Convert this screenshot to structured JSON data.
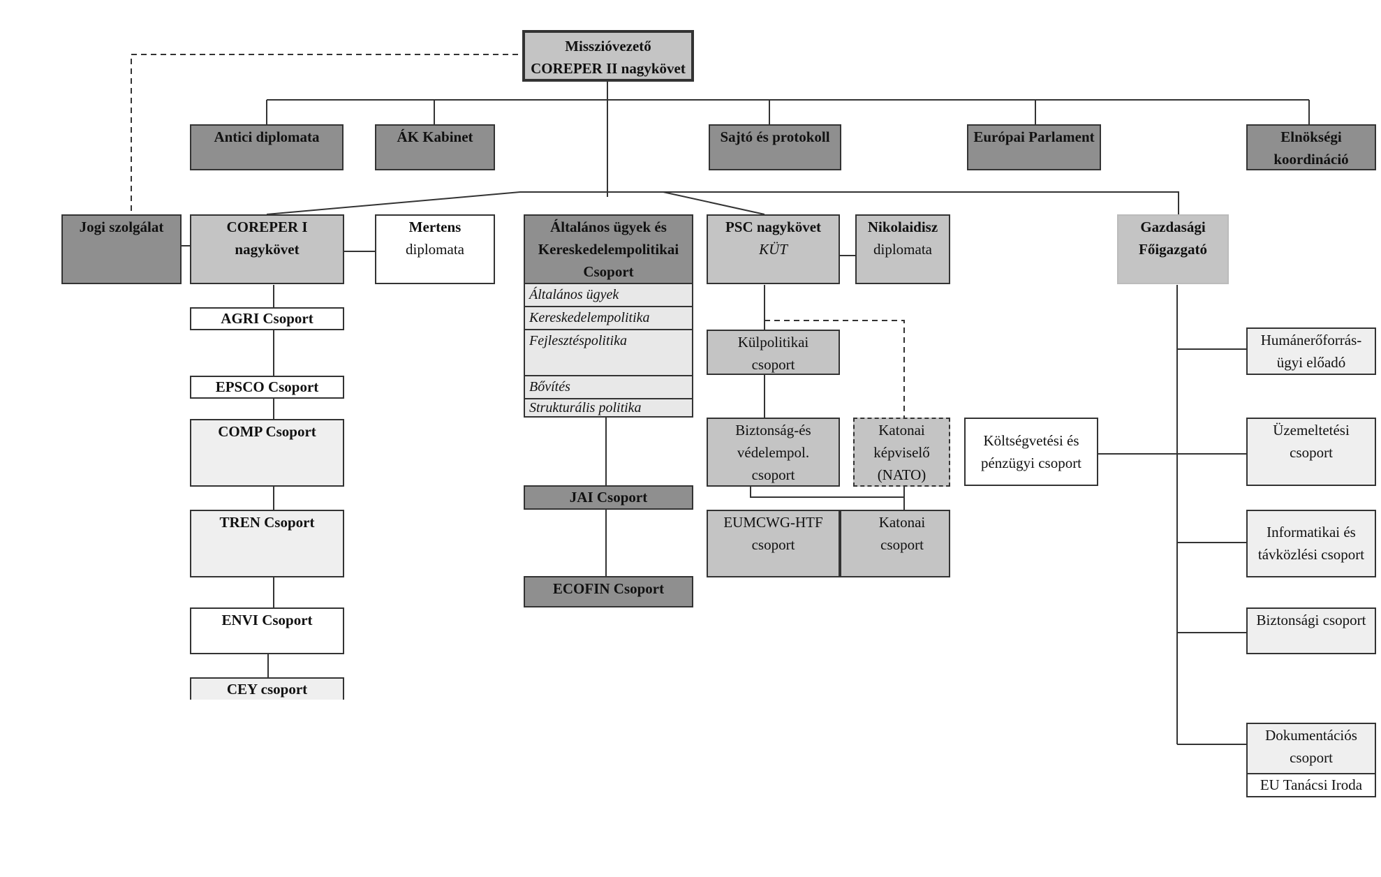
{
  "nodes": {
    "mission_head": [
      "Misszióvezető",
      "COREPER II nagykövet"
    ],
    "antici": "Antici diplomata",
    "ak_kabinet": "ÁK Kabinet",
    "sajto": "Sajtó és protokoll",
    "ep": "Európai Parlament",
    "elnoksegi": [
      "Elnökségi",
      "koordináció"
    ],
    "jogi": "Jogi szolgálat",
    "coreper1": [
      "COREPER I",
      "nagykövet"
    ],
    "mertens": [
      "Mertens",
      "diplomata"
    ],
    "altalanos": [
      "Általános ügyek és",
      "Kereskedelempolitikai",
      "Csoport"
    ],
    "altalanos_subs": [
      "Általános ügyek",
      "Kereskedelempolitika",
      "Fejlesztéspolitika",
      "Bővítés",
      "Strukturális politika"
    ],
    "psc": "PSC nagykövet",
    "psc_sub": "KÜT",
    "nikolaidisz": [
      "Nikolaidisz",
      "diplomata"
    ],
    "gazdasagi": [
      "Gazdasági",
      "Főigazgató"
    ],
    "agri": "AGRI Csoport",
    "epsco": "EPSCO Csoport",
    "comp": "COMP Csoport",
    "tren": "TREN Csoport",
    "envi": "ENVI Csoport",
    "cey": "CEY csoport",
    "kulpol": [
      "Külpolitikai",
      "csoport"
    ],
    "bizt_vedelem": [
      "Biztonság-és",
      "védelempol.",
      "csoport"
    ],
    "katonai_kepviselo": [
      "Katonai",
      "képviselő",
      "(NATO)"
    ],
    "koltseg": [
      "Költségvetési és",
      "pénzügyi csoport"
    ],
    "jai": "JAI Csoport",
    "ecofin": "ECOFIN Csoport",
    "eumcwg": [
      "EUMCWG-HTF",
      "csoport"
    ],
    "katonai_csoport": [
      "Katonai",
      "csoport"
    ],
    "human": [
      "Humánerőforrás-",
      "ügyi előadó"
    ],
    "uzem": [
      "Üzemeltetési",
      "csoport"
    ],
    "info": [
      "Informatikai és",
      "távközlési csoport"
    ],
    "biztonsagi": "Biztonsági csoport",
    "dok": [
      "Dokumentációs",
      "csoport"
    ],
    "eu_tanacsi": "EU Tanácsi Iroda"
  },
  "colors": {
    "dark_fill": "#8f8f8f",
    "mid_fill": "#c4c4c4",
    "light_fill": "#efefef",
    "line": "#333333"
  }
}
